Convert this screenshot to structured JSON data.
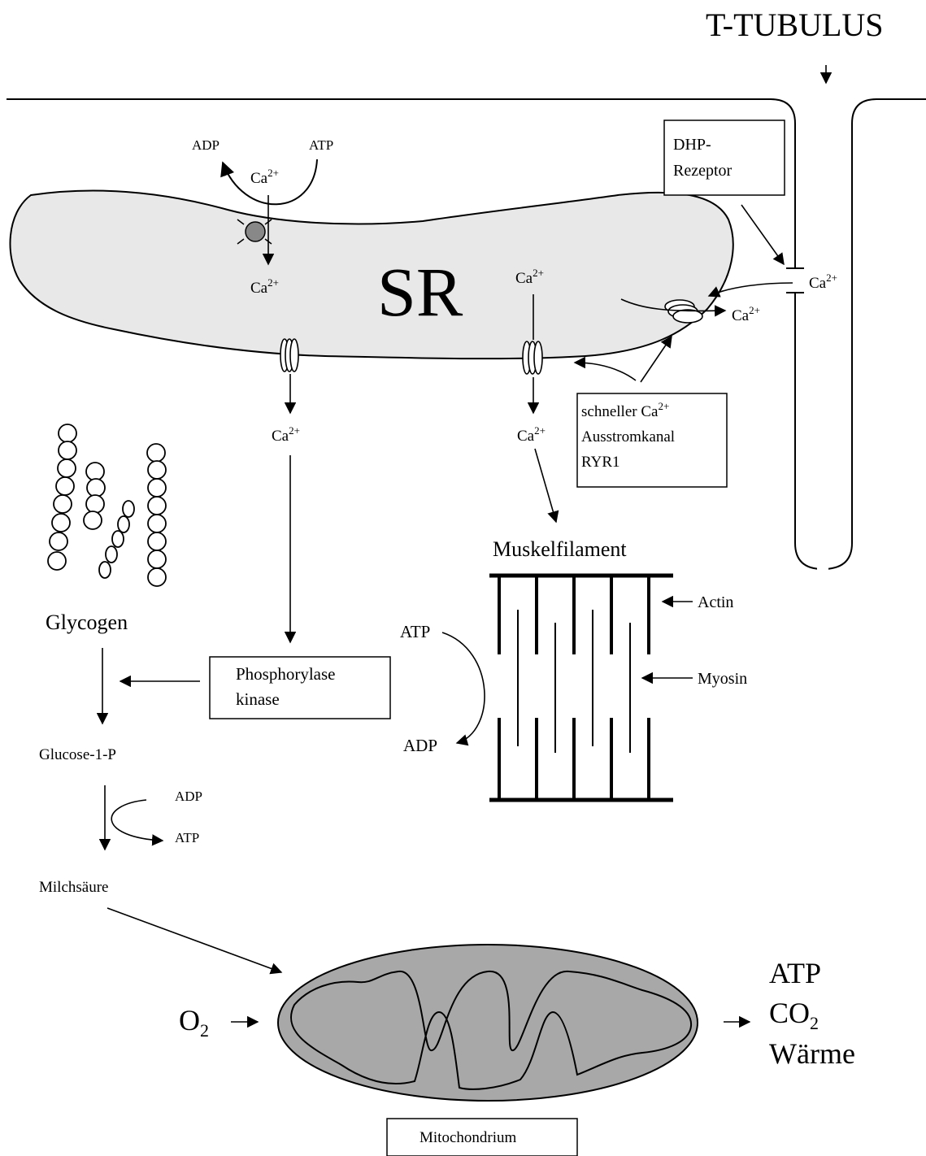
{
  "title": "T-TUBULUS",
  "sr_label": "SR",
  "ca_sym": "Ca",
  "ca_sup": "2+",
  "atp": "ATP",
  "adp": "ADP",
  "dhp_line1": "DHP-",
  "dhp_line2": "Rezeptor",
  "ryr_line1": "schneller Ca",
  "ryr_line2": "Ausstromkanal",
  "ryr_line3": "RYR1",
  "muskelfilament": "Muskelfilament",
  "actin": "Actin",
  "myosin": "Myosin",
  "glycogen": "Glycogen",
  "phos_line1": "Phosphorylase",
  "phos_line2": "kinase",
  "glucose": "Glucose-1-P",
  "milchsaeure": "Milchsäure",
  "o2_main": "O",
  "o2_sub": "2",
  "out_atp": "ATP",
  "out_co2_main": "CO",
  "out_co2_sub": "2",
  "out_waerme": "Wärme",
  "mitochondrium": "Mitochondrium"
}
